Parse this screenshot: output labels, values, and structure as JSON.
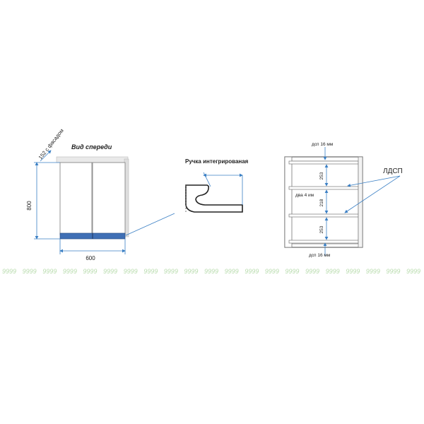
{
  "labels": {
    "front_view_title": "Вид спереди",
    "depth_with_facade": "152 с фасадом",
    "height_value": "800",
    "width_value": "600",
    "handle_title": "Ручка интегрированая",
    "top_panel": "дсп 16 мм",
    "bottom_panel": "дсп 16 мм",
    "material": "ЛДСП",
    "shelf_gap_top": "253",
    "shelf_gap_middle": "218",
    "shelf_gap_bottom": "253",
    "shelf_spec": "два 4 им"
  },
  "watermark": {
    "text": "9999",
    "color": "#b9dcae"
  },
  "colors": {
    "dimension_line": "#3a7fc4",
    "handle_strip": "#3f6fb5",
    "outline": "#555555"
  }
}
